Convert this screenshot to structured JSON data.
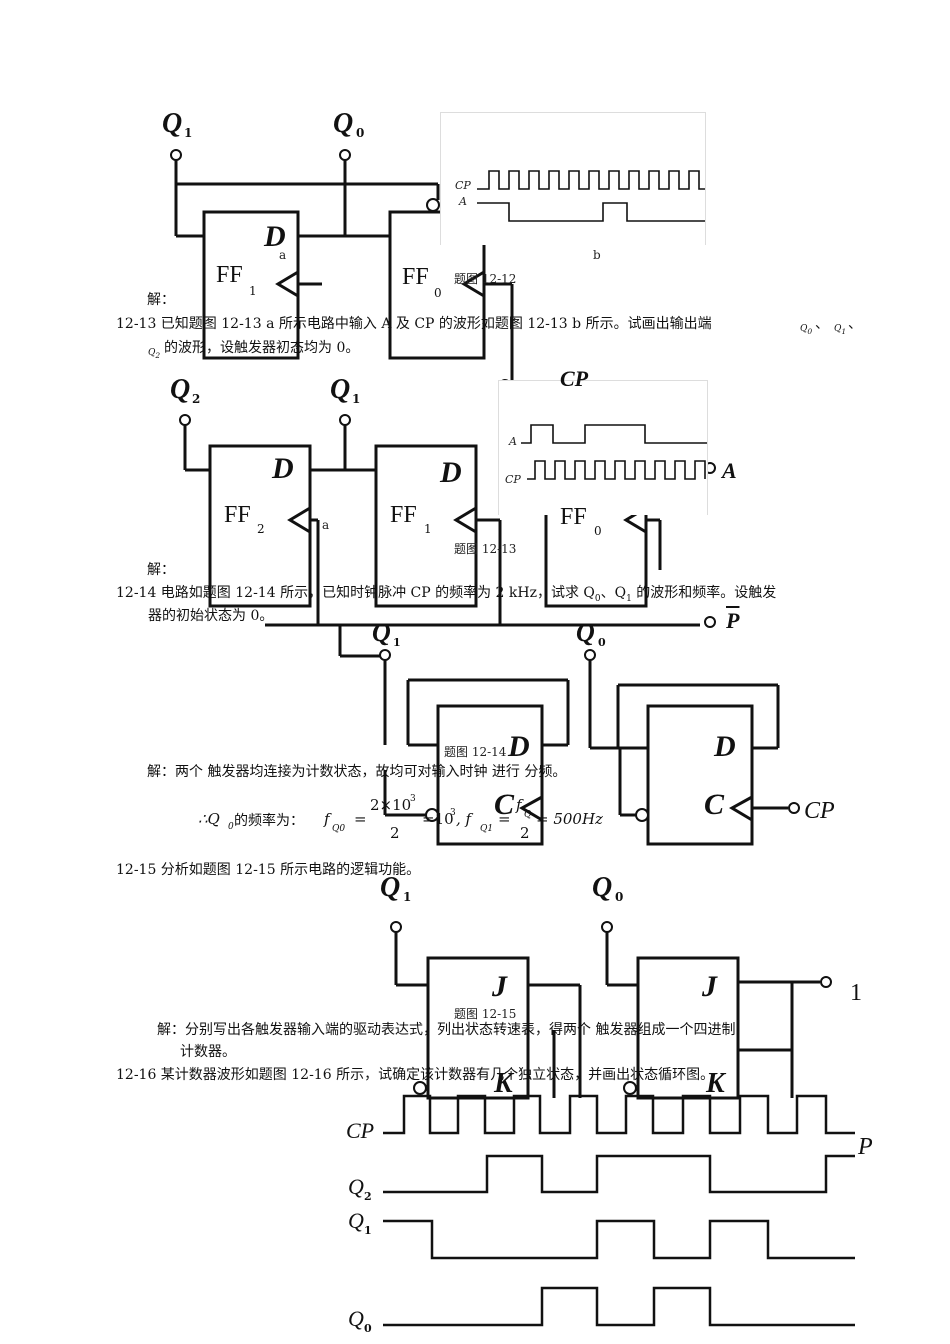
{
  "fig1212": {
    "caption": "题图 12-12",
    "label_a": "a",
    "label_b": "b",
    "outputs": [
      "Q",
      "Q"
    ],
    "subs": [
      "1",
      "0"
    ],
    "ff_labels": [
      "FF",
      "FF"
    ],
    "ff_subs": [
      "1",
      "0"
    ],
    "d_label": "D",
    "wave_labels": [
      "CP",
      "A"
    ]
  },
  "sol1": "解：",
  "p1213": {
    "line1": "12-13  已知题图 12-13  a  所示电路中输入 A 及 CP 的波形如题图 12-13  b  所示。试画出输出端",
    "line1_tail": "、",
    "line2": "的波形，设触发器初态均为 0。",
    "q_subs": [
      "0",
      "1",
      "2"
    ]
  },
  "fig1213": {
    "caption": "题图 12-13",
    "label_a": "a",
    "outputs": [
      "Q",
      "Q"
    ],
    "subs": [
      "2",
      "1"
    ],
    "ff_labels": [
      "FF",
      "FF",
      "FF"
    ],
    "ff_subs": [
      "2",
      "1",
      "0"
    ],
    "d_label": "D",
    "wave_labels": [
      "A",
      "CP"
    ],
    "partial_labels": [
      "CP",
      "A",
      "P"
    ]
  },
  "sol2": "解：",
  "p1214": {
    "line1": "12-14  电路如题图 12-14 所示，已知时钟脉冲 CP 的频率为 2 kHz，试求 Q",
    "line1_mid": "、Q",
    "line1_tail": " 的波形和频率。设触发",
    "line2": "器的初始状态为 0。",
    "subs": [
      "0",
      "1"
    ]
  },
  "fig1214": {
    "caption": "题图 12-14",
    "outputs": [
      "Q",
      "Q"
    ],
    "subs": [
      "1",
      "0"
    ],
    "d_label": "D",
    "c_label": "C",
    "cp_label": "CP"
  },
  "sol3": {
    "line": "解：两个    触发器均连接为计数状态，故均可对输入时钟      进行     分频。",
    "formula_pre": "∴Q",
    "formula_sub": "0",
    "formula_mid": " 的频率为：",
    "f_label": "f",
    "f_sub0": "Q0",
    "eq": "=",
    "num": "2×10",
    "num_exp": "3",
    "den": "2",
    "res": "=10",
    "res_exp": "3",
    "comma": ", f",
    "f_sub1": "Q1",
    "frac2_num": "f",
    "frac2_sub": "Q",
    "frac2_den": "2",
    "result": "= 500Hz"
  },
  "p1215": "12-15  分析如题图 12-15 所示电路的逻辑功能。",
  "fig1215": {
    "caption": "题图 12-15",
    "outputs": [
      "Q",
      "Q"
    ],
    "subs": [
      "1",
      "0"
    ],
    "j_label": "J",
    "k_label": "K",
    "one_label": "1"
  },
  "sol4": {
    "line1": "解：分别写出各触发器输入端的驱动表达式，列出状态转速表，得两个      触发器组成一个四进制",
    "line2": "计数器。"
  },
  "p1216": "12-16  某计数器波形如题图 12-16 所示，试确定该计数器有几个独立状态，并画出状态循环图。",
  "fig1216": {
    "labels": [
      "CP",
      "Q",
      "Q",
      "Q"
    ],
    "subs": [
      "2",
      "1",
      "0"
    ],
    "p_label": "P"
  }
}
